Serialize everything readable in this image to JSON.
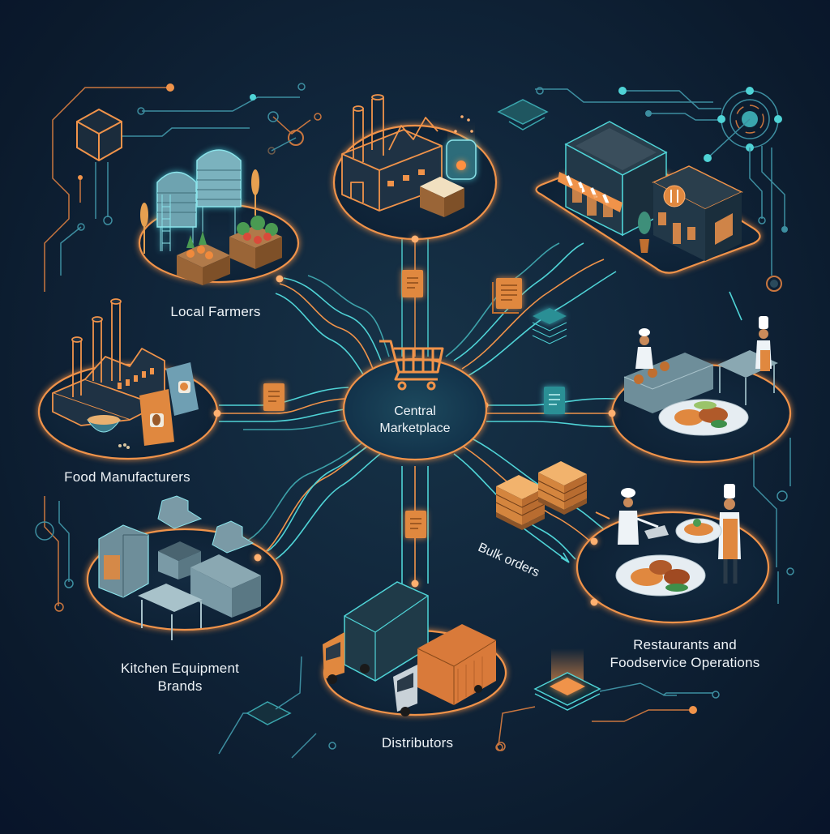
{
  "diagram": {
    "type": "hub-and-spoke network",
    "colors": {
      "background": "#0d1f33",
      "accent_orange": "#f0934a",
      "accent_cyan": "#4fd3d6",
      "text": "#eef3f7"
    },
    "hub": {
      "label_line1": "Central",
      "label_line2": "Marketplace",
      "icon": "shopping-cart-icon"
    },
    "nodes": [
      {
        "id": "local-farmers",
        "label": "Local Farmers",
        "icon": "silo-crates-icon"
      },
      {
        "id": "food-manufacturers",
        "label": "Food Manufacturers",
        "icon": "factory-bags-icon"
      },
      {
        "id": "kitchen-equipment",
        "label_line1": "Kitchen Equipment",
        "label_line2": "Brands",
        "icon": "kitchen-appliances-icon"
      },
      {
        "id": "distributors",
        "label": "Distributors",
        "icon": "trucks-icon"
      },
      {
        "id": "restaurants",
        "label_line1": "Restaurants and",
        "label_line2": "Foodservice Operations",
        "icon": "chefs-plate-icon"
      },
      {
        "id": "processing-factory",
        "label": "",
        "icon": "factory-icon"
      },
      {
        "id": "storefronts",
        "label": "",
        "icon": "restaurant-storefront-icon"
      },
      {
        "id": "commercial-kitchen",
        "label": "",
        "icon": "chefs-kitchen-icon"
      }
    ],
    "annotations": {
      "bulk_orders": "Bulk orders"
    }
  }
}
